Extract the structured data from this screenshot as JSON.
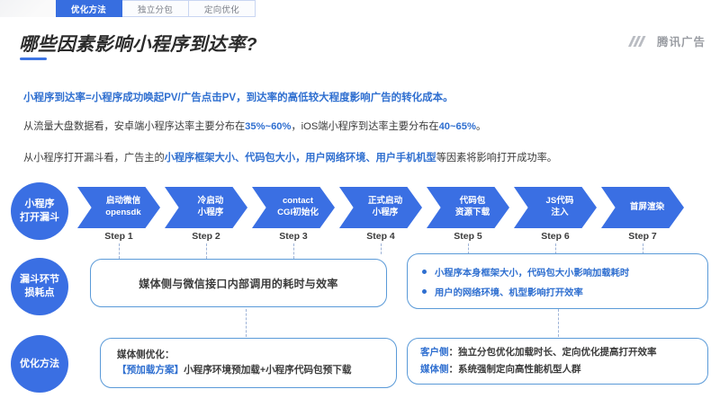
{
  "tabs": [
    {
      "label": "优化方法",
      "active": true
    },
    {
      "label": "独立分包",
      "active": false
    },
    {
      "label": "定向优化",
      "active": false
    }
  ],
  "header": {
    "title": "哪些因素影响小程序到达率?",
    "brand": "腾讯广告",
    "brand_icon": "tencent-ads-logo-icon"
  },
  "paragraphs": {
    "p1": "小程序到达率=小程序成功唤起PV/广告点击PV，到达率的高低较大程度影响广告的转化成本。",
    "p2_a": "从流量大盘数据看，安卓端小程序达率主要分布在",
    "p2_hl1": "35%~60%",
    "p2_b": "，iOS端小程序到达率主要分布在",
    "p2_hl2": "40~65%",
    "p2_c": "。",
    "p3_a": "从小程序打开漏斗看，广告主的",
    "p3_hl1": "小程序框架大小、代码包大小，用户网络环境、用户手机机型",
    "p3_b": "等因素将影响打开成功率。"
  },
  "rows": {
    "funnel": {
      "circle_line1": "小程序",
      "circle_line2": "打开漏斗",
      "steps": [
        {
          "line1": "启动微信",
          "line2": "opensdk",
          "label": "Step 1"
        },
        {
          "line1": "冷启动",
          "line2": "小程序",
          "label": "Step 2"
        },
        {
          "line1": "contact",
          "line2": "CGI初始化",
          "label": "Step 3"
        },
        {
          "line1": "正式启动",
          "line2": "小程序",
          "label": "Step 4"
        },
        {
          "line1": "代码包",
          "line2": "资源下载",
          "label": "Step 5"
        },
        {
          "line1": "JS代码",
          "line2": "注入",
          "label": "Step 6"
        },
        {
          "line1": "首屏渲染",
          "line2": "",
          "label": "Step 7"
        }
      ]
    },
    "loss": {
      "circle_line1": "漏斗环节",
      "circle_line2": "损耗点",
      "left_box": "媒体侧与微信接口内部调用的耗时与效率",
      "right_bullets": [
        "小程序本身框架大小，代码包大小影响加载耗时",
        "用户的网络环境、机型影响打开效率"
      ]
    },
    "optimize": {
      "circle_line1": "优化方法",
      "circle_line2": "",
      "left_box_line1": "媒体侧优化：",
      "left_box_line2_tag": "【预加载方案】",
      "left_box_line2_rest": "小程序环境预加载+小程序代码包预下载",
      "right_rows": [
        {
          "tag": "客户侧",
          "sep": "：",
          "text": "独立分包优化加载时长、定向优化提高打开效率"
        },
        {
          "tag": "媒体侧",
          "sep": "：",
          "text": "系统强制定向高性能机型人群"
        }
      ]
    }
  },
  "colors": {
    "accent_blue": "#3a6fe3",
    "text_blue": "#2f6fd0",
    "box_border": "#5a9ad8",
    "dash": "#9fb4d8"
  }
}
